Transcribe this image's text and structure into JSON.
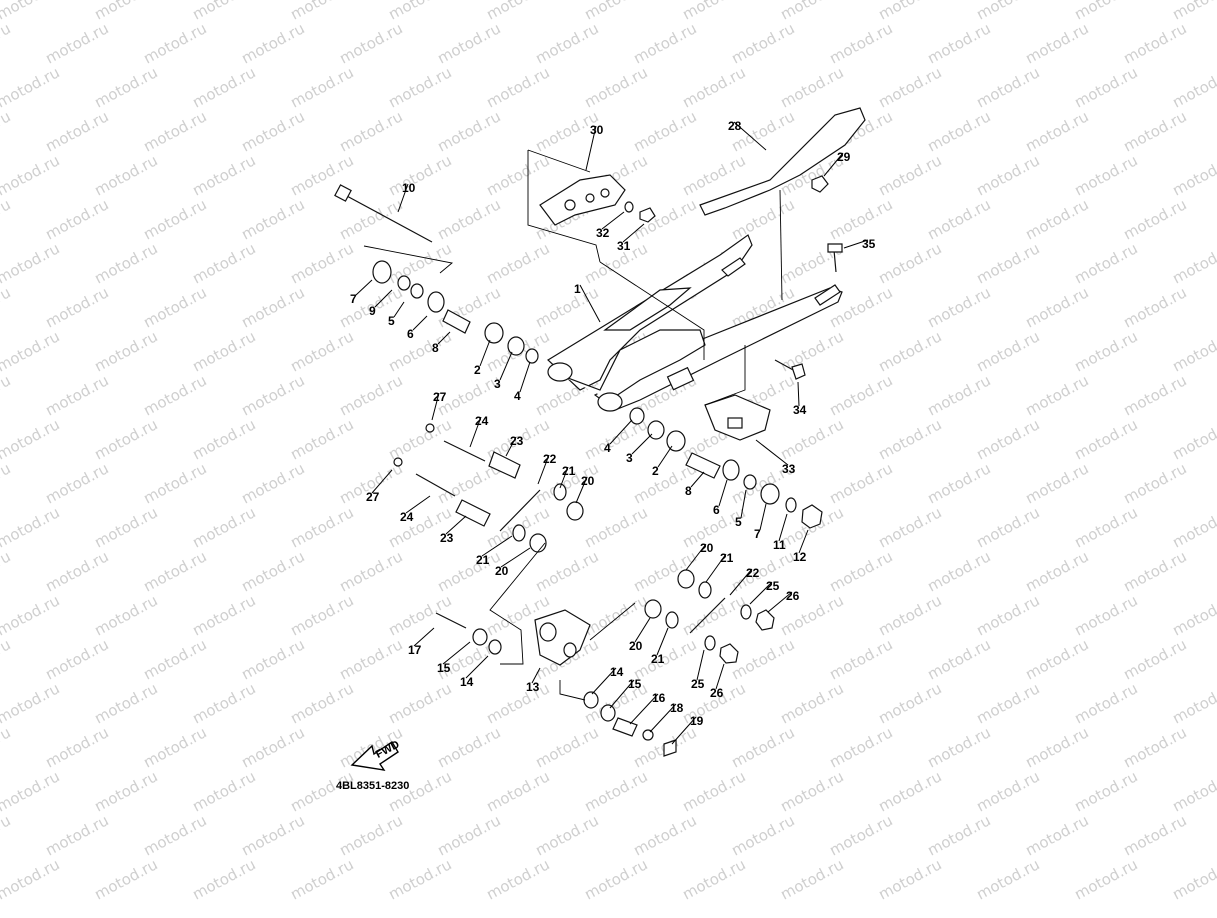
{
  "diagram": {
    "watermark_text": "motod.ru",
    "figure_code": "4BL8351-8230",
    "fwd_label": "FWD",
    "callouts": [
      {
        "id": "c1",
        "label": "1"
      },
      {
        "id": "c2a",
        "label": "2"
      },
      {
        "id": "c3a",
        "label": "3"
      },
      {
        "id": "c4a",
        "label": "4"
      },
      {
        "id": "c2b",
        "label": "2"
      },
      {
        "id": "c3b",
        "label": "3"
      },
      {
        "id": "c4b",
        "label": "4"
      },
      {
        "id": "c5a",
        "label": "5"
      },
      {
        "id": "c6a",
        "label": "6"
      },
      {
        "id": "c7a",
        "label": "7"
      },
      {
        "id": "c8a",
        "label": "8"
      },
      {
        "id": "c9",
        "label": "9"
      },
      {
        "id": "c10",
        "label": "10"
      },
      {
        "id": "c5b",
        "label": "5"
      },
      {
        "id": "c6b",
        "label": "6"
      },
      {
        "id": "c7b",
        "label": "7"
      },
      {
        "id": "c8b",
        "label": "8"
      },
      {
        "id": "c11",
        "label": "11"
      },
      {
        "id": "c12",
        "label": "12"
      },
      {
        "id": "c13",
        "label": "13"
      },
      {
        "id": "c14a",
        "label": "14"
      },
      {
        "id": "c15a",
        "label": "15"
      },
      {
        "id": "c14b",
        "label": "14"
      },
      {
        "id": "c15b",
        "label": "15"
      },
      {
        "id": "c16",
        "label": "16"
      },
      {
        "id": "c17",
        "label": "17"
      },
      {
        "id": "c18",
        "label": "18"
      },
      {
        "id": "c19",
        "label": "19"
      },
      {
        "id": "c20a",
        "label": "20"
      },
      {
        "id": "c21a",
        "label": "21"
      },
      {
        "id": "c22a",
        "label": "22"
      },
      {
        "id": "c20b",
        "label": "20"
      },
      {
        "id": "c21b",
        "label": "21"
      },
      {
        "id": "c20c",
        "label": "20"
      },
      {
        "id": "c21c",
        "label": "21"
      },
      {
        "id": "c22b",
        "label": "22"
      },
      {
        "id": "c20d",
        "label": "20"
      },
      {
        "id": "c21d",
        "label": "21"
      },
      {
        "id": "c23a",
        "label": "23"
      },
      {
        "id": "c24a",
        "label": "24"
      },
      {
        "id": "c27a",
        "label": "27"
      },
      {
        "id": "c23b",
        "label": "23"
      },
      {
        "id": "c24b",
        "label": "24"
      },
      {
        "id": "c27b",
        "label": "27"
      },
      {
        "id": "c25a",
        "label": "25"
      },
      {
        "id": "c26a",
        "label": "26"
      },
      {
        "id": "c25b",
        "label": "25"
      },
      {
        "id": "c26b",
        "label": "26"
      },
      {
        "id": "c28",
        "label": "28"
      },
      {
        "id": "c29",
        "label": "29"
      },
      {
        "id": "c30",
        "label": "30"
      },
      {
        "id": "c31",
        "label": "31"
      },
      {
        "id": "c32",
        "label": "32"
      },
      {
        "id": "c33",
        "label": "33"
      },
      {
        "id": "c34",
        "label": "34"
      },
      {
        "id": "c35",
        "label": "35"
      }
    ]
  }
}
